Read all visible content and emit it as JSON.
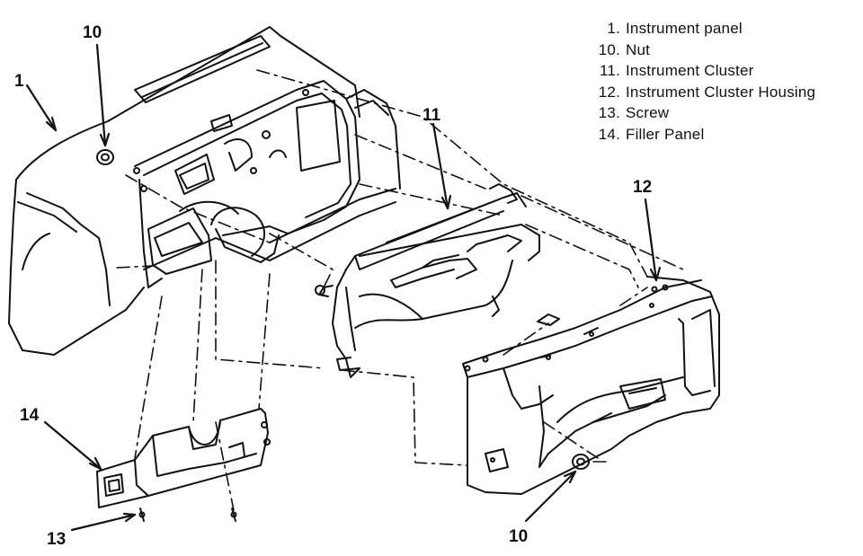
{
  "legend": [
    {
      "num": "1.",
      "label": "Instrument panel"
    },
    {
      "num": "10.",
      "label": "Nut"
    },
    {
      "num": "11.",
      "label": "Instrument Cluster"
    },
    {
      "num": "12.",
      "label": "Instrument Cluster Housing"
    },
    {
      "num": "13.",
      "label": "Screw"
    },
    {
      "num": "14.",
      "label": "Filler Panel"
    }
  ],
  "callouts": {
    "c1": "1",
    "c10_top": "10",
    "c11": "11",
    "c12": "12",
    "c14": "14",
    "c13": "13",
    "c10_bottom": "10"
  }
}
